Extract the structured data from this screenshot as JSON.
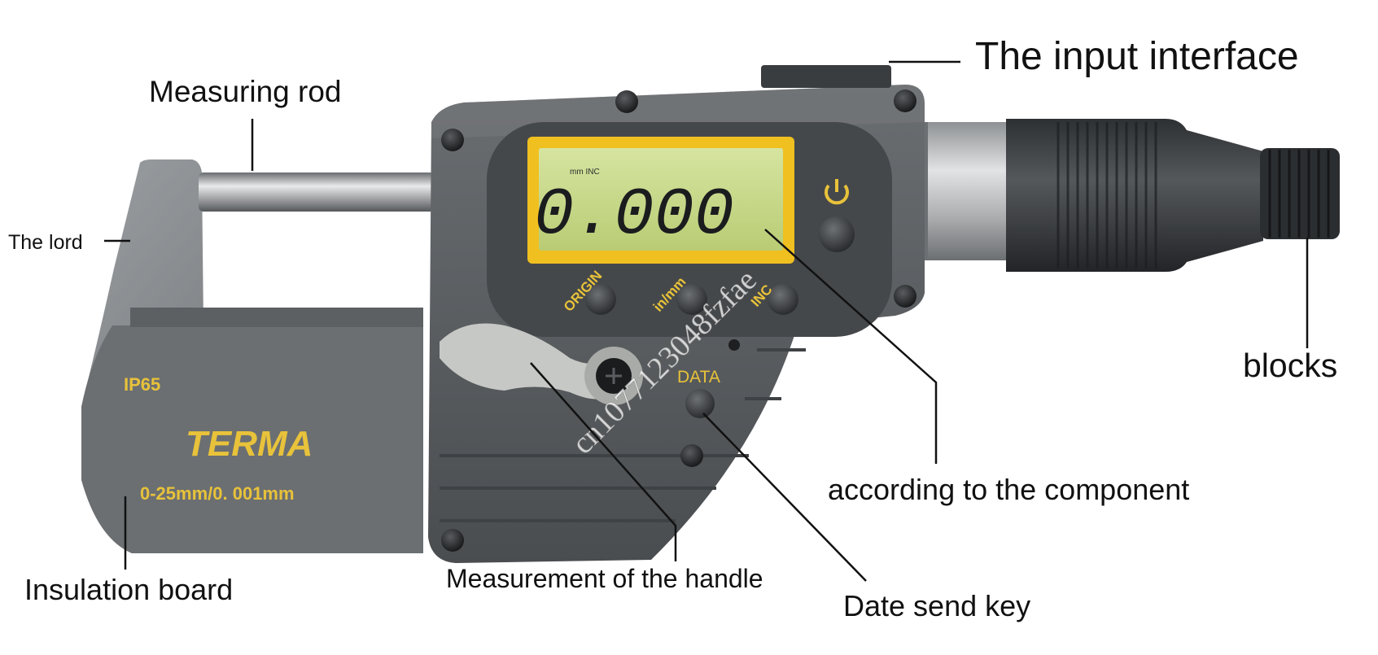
{
  "callouts": {
    "input_interface": "The input interface",
    "measuring_rod": "Measuring rod",
    "the_lord": "The lord",
    "blocks": "blocks",
    "according_component": "according to the component",
    "insulation_board": "Insulation board",
    "measurement_handle": "Measurement of the handle",
    "date_send_key": "Date send key"
  },
  "device": {
    "lcd_reading": "0.000",
    "lcd_small": "mm  INC",
    "ip_rating": "IP65",
    "brand": "TERMA",
    "range_text": "0-25mm/0. 001mm",
    "buttons": {
      "origin": "ORIGIN",
      "in_mm": "in/mm",
      "inc": "INC",
      "data": "DATA"
    }
  },
  "watermark": "cn1077123048fzfae",
  "colors": {
    "body_dark": "#56595c",
    "body_frame": "#7b7f82",
    "lcd_green": "#c8d98a",
    "lcd_bezel": "#f0c020",
    "label_yellow": "#e8c23a",
    "thimble": "#3b3e41",
    "sleeve": "#b4b6b8"
  }
}
